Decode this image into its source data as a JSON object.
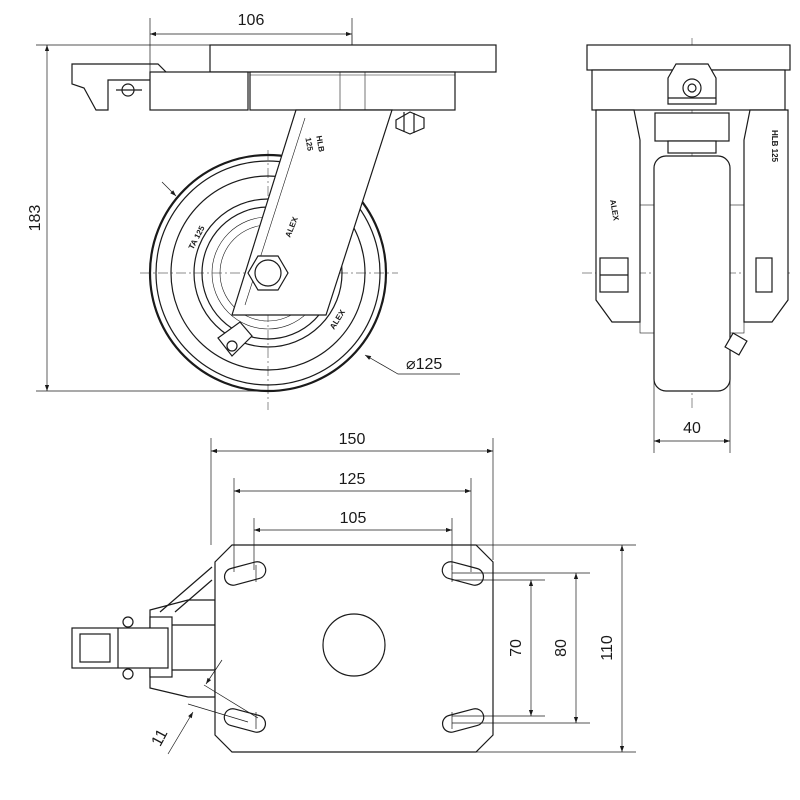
{
  "dimensions": {
    "offset_106": "106",
    "height_183": "183",
    "wheel_diameter": "⌀125",
    "wheel_width": "40",
    "plate_length_150": "150",
    "hole_spacing_125": "125",
    "hole_spacing_105": "105",
    "hole_spacing_70": "70",
    "hole_spacing_80": "80",
    "plate_width_110": "110",
    "slot_width_11": "11"
  },
  "markings": {
    "fork_model": "HLB",
    "fork_size": "125",
    "fork_brand": "ALEX",
    "hub_label": "TA 125",
    "hub_brand": "ALEX",
    "side_brand": "ALEX",
    "side_model": "HLB 125"
  }
}
